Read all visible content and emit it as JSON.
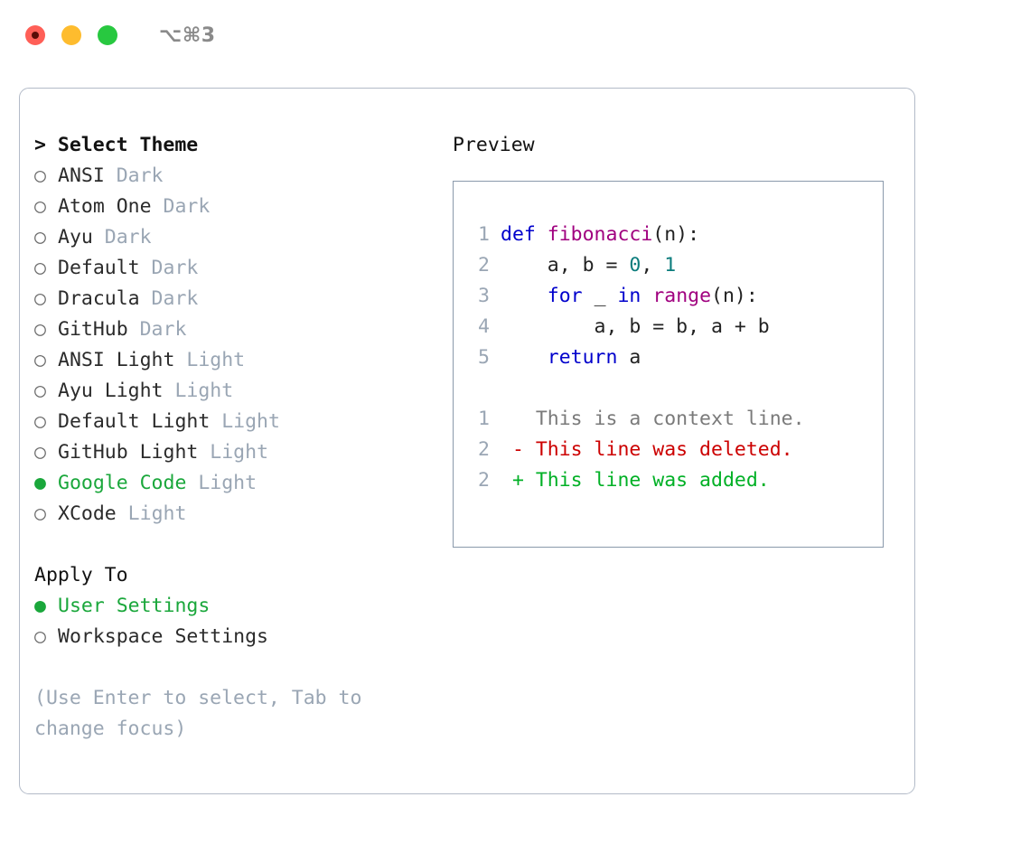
{
  "window": {
    "shortcut": "⌥⌘3",
    "traffic_lights": [
      {
        "name": "close",
        "color": "#ff5f57"
      },
      {
        "name": "minimize",
        "color": "#febc2e"
      },
      {
        "name": "maximize",
        "color": "#28c840"
      }
    ]
  },
  "theme_panel": {
    "header": "> Select Theme",
    "selected_bullet": "●",
    "unselected_bullet": "○",
    "accent_color": "#1aa73b",
    "tag_color": "#9aa6b4",
    "items": [
      {
        "label": "ANSI",
        "tag": "Dark",
        "selected": false
      },
      {
        "label": "Atom One",
        "tag": "Dark",
        "selected": false
      },
      {
        "label": "Ayu",
        "tag": "Dark",
        "selected": false
      },
      {
        "label": "Default",
        "tag": "Dark",
        "selected": false
      },
      {
        "label": "Dracula",
        "tag": "Dark",
        "selected": false
      },
      {
        "label": "GitHub",
        "tag": "Dark",
        "selected": false
      },
      {
        "label": "ANSI Light",
        "tag": "Light",
        "selected": false
      },
      {
        "label": "Ayu Light",
        "tag": "Light",
        "selected": false
      },
      {
        "label": "Default Light",
        "tag": "Light",
        "selected": false
      },
      {
        "label": "GitHub Light",
        "tag": "Light",
        "selected": false
      },
      {
        "label": "Google Code",
        "tag": "Light",
        "selected": true
      },
      {
        "label": "XCode",
        "tag": "Light",
        "selected": false
      }
    ]
  },
  "apply_to": {
    "title": "Apply To",
    "options": [
      {
        "label": "User Settings",
        "selected": true
      },
      {
        "label": "Workspace Settings",
        "selected": false
      }
    ]
  },
  "hint": "(Use Enter to select, Tab to change focus)",
  "preview": {
    "title": "Preview",
    "code_lines": [
      {
        "number": "1",
        "tokens": [
          {
            "text": "def ",
            "type": "kw"
          },
          {
            "text": "fibonacci",
            "type": "fn"
          },
          {
            "text": "(n):",
            "type": "pl"
          }
        ]
      },
      {
        "number": "2",
        "tokens": [
          {
            "text": "    a, b = ",
            "type": "pl"
          },
          {
            "text": "0",
            "type": "num"
          },
          {
            "text": ", ",
            "type": "pl"
          },
          {
            "text": "1",
            "type": "num"
          }
        ]
      },
      {
        "number": "3",
        "tokens": [
          {
            "text": "    ",
            "type": "pl"
          },
          {
            "text": "for",
            "type": "kw"
          },
          {
            "text": " _ ",
            "type": "pl"
          },
          {
            "text": "in",
            "type": "kw"
          },
          {
            "text": " ",
            "type": "pl"
          },
          {
            "text": "range",
            "type": "fn"
          },
          {
            "text": "(n):",
            "type": "pl"
          }
        ]
      },
      {
        "number": "4",
        "tokens": [
          {
            "text": "        a, b = b, a + b",
            "type": "pl"
          }
        ]
      },
      {
        "number": "5",
        "tokens": [
          {
            "text": "    ",
            "type": "pl"
          },
          {
            "text": "return",
            "type": "kw"
          },
          {
            "text": " a",
            "type": "pl"
          }
        ]
      }
    ],
    "diff_lines": [
      {
        "number": "1",
        "marker": " ",
        "text": "This is a context line.",
        "kind": "ctx"
      },
      {
        "number": "2",
        "marker": "-",
        "text": "This line was deleted.",
        "kind": "del"
      },
      {
        "number": "2",
        "marker": "+",
        "text": "This line was added.",
        "kind": "add"
      }
    ],
    "colors": {
      "keyword": "#0000cc",
      "function": "#a0007f",
      "number": "#0b7c7c",
      "plain": "#222222",
      "line_number": "#9aa6b4",
      "diff_context": "#7a7a7a",
      "diff_deleted": "#cc0000",
      "diff_added": "#00b025",
      "border": "#8a99ab"
    }
  }
}
